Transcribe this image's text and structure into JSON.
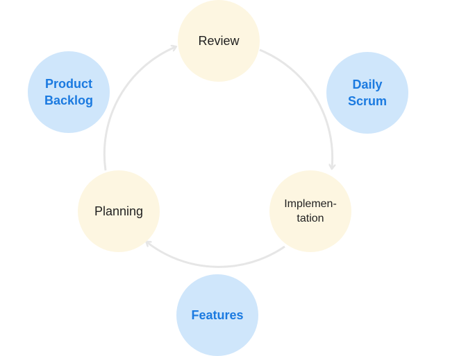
{
  "phases": {
    "review": {
      "label": "Review"
    },
    "implementation": {
      "line1": "Implemen-",
      "line2": "tation"
    },
    "planning": {
      "label": "Planning"
    }
  },
  "artifacts": {
    "product_backlog": {
      "line1": "Product",
      "line2": "Backlog"
    },
    "daily_scrum": {
      "line1": "Daily",
      "line2": "Scrum"
    },
    "features": {
      "label": "Features"
    }
  },
  "colors": {
    "phase_fill": "#fdf6e1",
    "artifact_fill": "#cfe6fb",
    "artifact_text": "#1b7ae0",
    "cycle_stroke": "#e6e6e6"
  }
}
